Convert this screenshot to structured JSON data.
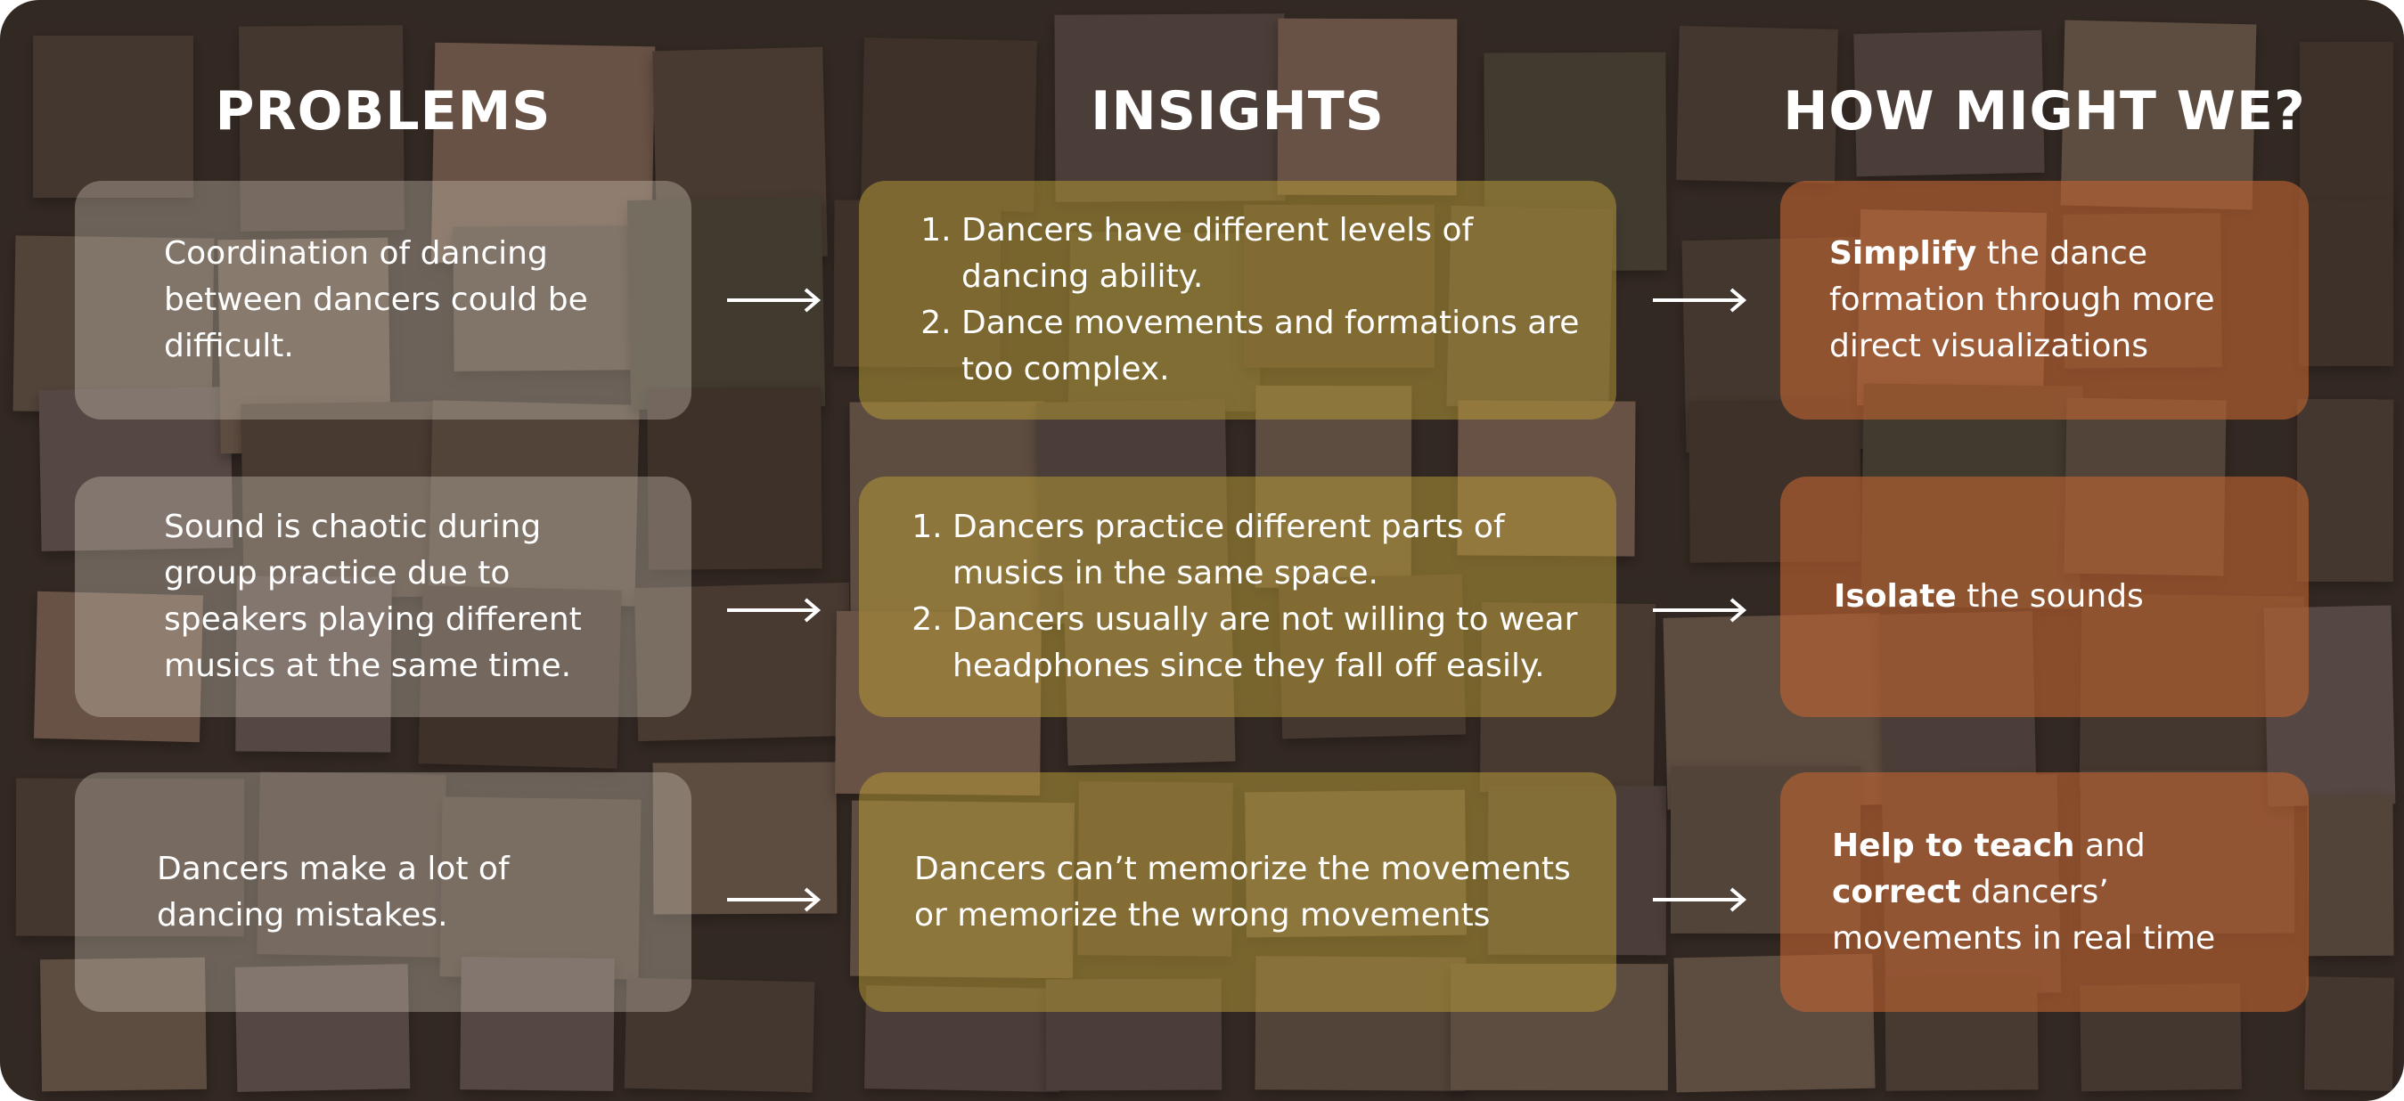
{
  "columns": {
    "problems": "PROBLEMS",
    "insights": "INSIGHTS",
    "hmw": "HOW MIGHT WE?"
  },
  "problems": [
    "Coordination of dancing between dancers could be difficult.",
    "Sound is chaotic during group practice due to speakers playing different musics at the same time.",
    "Dancers make a lot of dancing mistakes."
  ],
  "insights": [
    {
      "items": [
        "Dancers have different levels of dancing ability.",
        "Dance movements and formations are too complex."
      ]
    },
    {
      "items": [
        "Dancers practice different parts of musics in the same space.",
        "Dancers usually are not willing to wear headphones since they fall off easily."
      ]
    },
    {
      "text": "Dancers can’t memorize the movements or memorize the wrong movements"
    }
  ],
  "hmw": [
    {
      "b1": "Simplify",
      "t1": " the dance formation through more direct visualizations"
    },
    {
      "b1": "Isolate",
      "t1": " the sounds"
    },
    {
      "b1": "Help to teach",
      "t1": " and ",
      "b2": "correct",
      "t2": " dancers’ movements in real time"
    }
  ],
  "colors": {
    "background": "#3a3029",
    "problem_card": "#8a7f72",
    "insight_card": "#7f6d34",
    "hmw_card": "#7a4a30",
    "text": "#ffffff"
  },
  "icons": [
    "arrow-right-icon"
  ]
}
